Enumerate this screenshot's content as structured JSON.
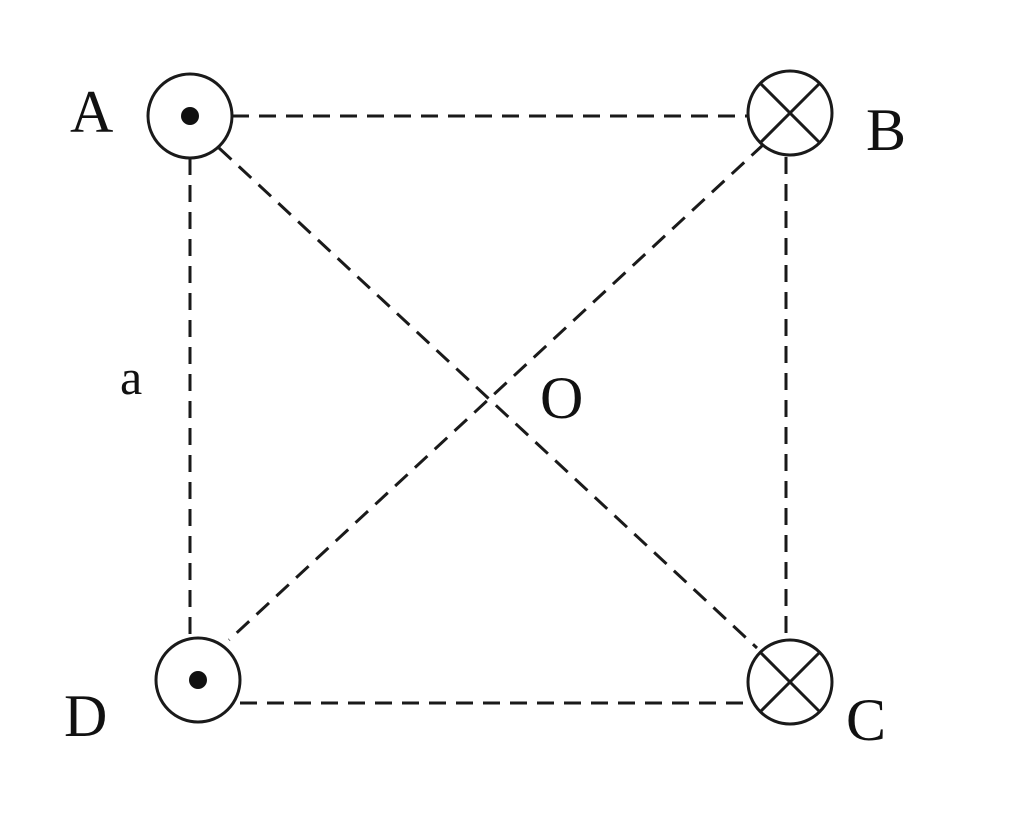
{
  "labels": {
    "A": "A",
    "B": "B",
    "C": "C",
    "D": "D",
    "O": "O",
    "side": "a"
  },
  "conductors": [
    {
      "id": "A",
      "current": "out-of-page"
    },
    {
      "id": "B",
      "current": "into-page"
    },
    {
      "id": "C",
      "current": "into-page"
    },
    {
      "id": "D",
      "current": "out-of-page"
    }
  ],
  "line_style": "dashed",
  "colors": {
    "stroke": "#1a1a1a",
    "background": "#ffffff"
  }
}
